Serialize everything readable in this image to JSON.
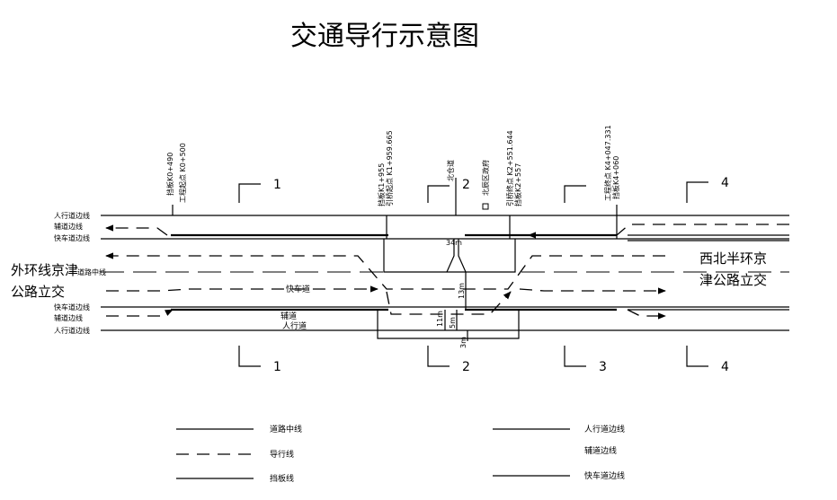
{
  "title": "交通导行示意图",
  "places": {
    "left": [
      "外环线京津",
      "公路立交"
    ],
    "right": [
      "西北半环京",
      "津公路立交"
    ]
  },
  "line_labels": {
    "ped_edge_top": "人行道边线",
    "aux_edge_top": "辅道边线",
    "fast_edge_top": "快车道边线",
    "road_center": "道路中线",
    "fast_edge_bottom": "快车道边线",
    "aux_edge_bottom": "辅道边线",
    "ped_edge_bottom": "人行道边线"
  },
  "lane_labels": {
    "fast_lane": "快车道",
    "aux_lane": "辅道",
    "ped_lane": "人行道"
  },
  "stations": [
    "挡板K0+490",
    "工程起点 K0+500",
    "挡板K1+955",
    "引桥起点 K1+959.665",
    "北仓道",
    "北辰区政府",
    "引桥终点 K2+551.644",
    "挡板K2+557",
    "工程终点 K4+047.331",
    "挡板K4+060"
  ],
  "section_marks": [
    "1",
    "2",
    "3",
    "4"
  ],
  "dimensions": [
    "34m",
    "13m",
    "11m",
    "5m",
    "3m"
  ],
  "legend": [
    "道路中线",
    "导行线",
    "挡板线",
    "人行道边线",
    "辅道边线",
    "快车道边线"
  ]
}
